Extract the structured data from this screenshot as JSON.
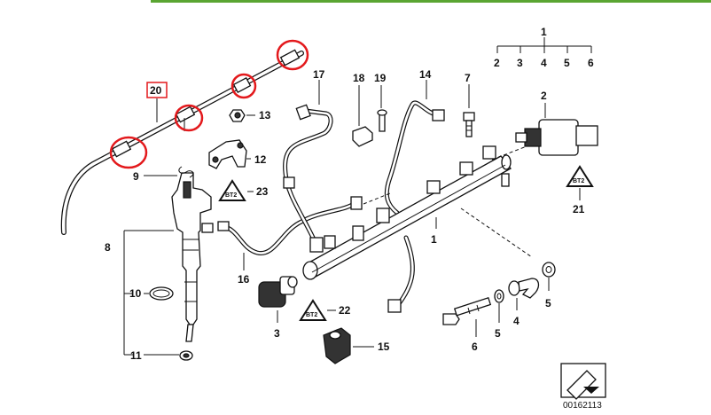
{
  "header": {
    "bar_color": "#5aa532"
  },
  "annotation_color": "#e3191c",
  "labels": {
    "p1": "1",
    "p2": "2",
    "p3": "3",
    "p4": "4",
    "p5a": "5",
    "p5b": "5",
    "p5c": "5",
    "p6": "6",
    "p7": "7",
    "p8": "8",
    "p9": "9",
    "p10": "10",
    "p11": "11",
    "p12": "12",
    "p13": "13",
    "p14": "14",
    "p15": "15",
    "p16": "16",
    "p17": "17",
    "p18": "18",
    "p19": "19",
    "p20": "20",
    "p21": "21",
    "p22": "22",
    "p23": "23",
    "kit1": "1",
    "kit2": "2",
    "kit3": "3",
    "kit4": "4",
    "kit5": "5",
    "kit6": "6"
  },
  "diagram_number": "00162113"
}
